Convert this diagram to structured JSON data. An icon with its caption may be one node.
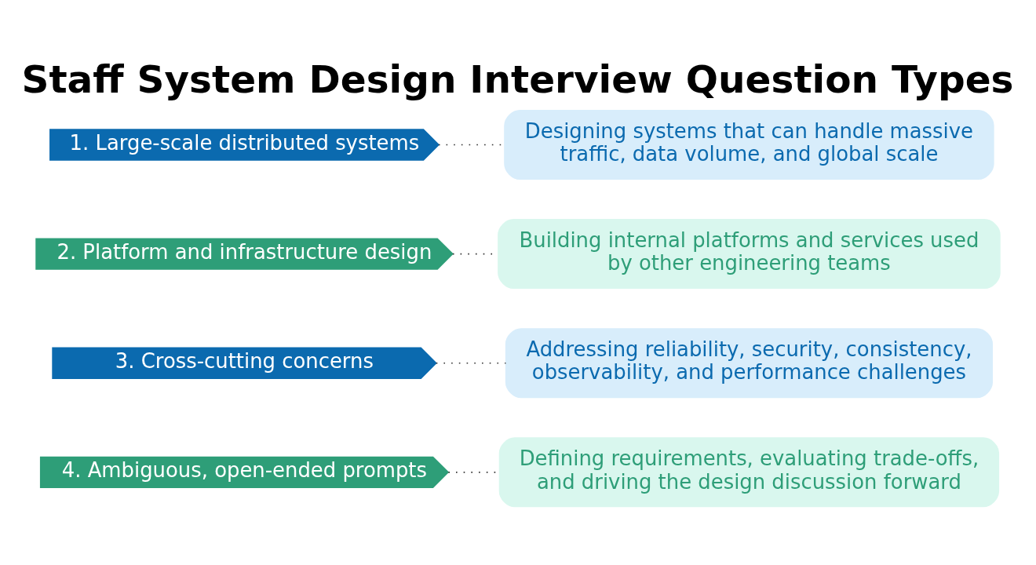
{
  "diagram": {
    "title": "Staff System Design Interview Question Types",
    "nodes": [
      {
        "text": [
          "1. Large-scale distributed systems"
        ]
      },
      {
        "text": [
          "Designing systems that can handle massive traffic, data volume, and global scale"
        ]
      },
      {
        "text": [
          "2. Platform and infrastructure design"
        ]
      },
      {
        "text": [
          "Building internal platforms and services used by other engineering teams"
        ]
      },
      {
        "text": [
          "3. Cross-cutting concerns"
        ]
      },
      {
        "text": [
          "Addressing reliability, security, consistency, observability, and performance challenges"
        ]
      },
      {
        "text": [
          "4. Ambiguous, open-ended prompts"
        ]
      },
      {
        "text": [
          "Defining requirements, evaluating trade-offs, and driving the design discussion forward"
        ]
      }
    ],
    "edges": [
      {
        "from": 0,
        "to": 1,
        "arrow": "none"
      },
      {
        "from": 2,
        "to": 3,
        "arrow": "none"
      },
      {
        "from": 4,
        "to": 5,
        "arrow": "none"
      },
      {
        "from": 6,
        "to": 7,
        "arrow": "none"
      }
    ]
  }
}
